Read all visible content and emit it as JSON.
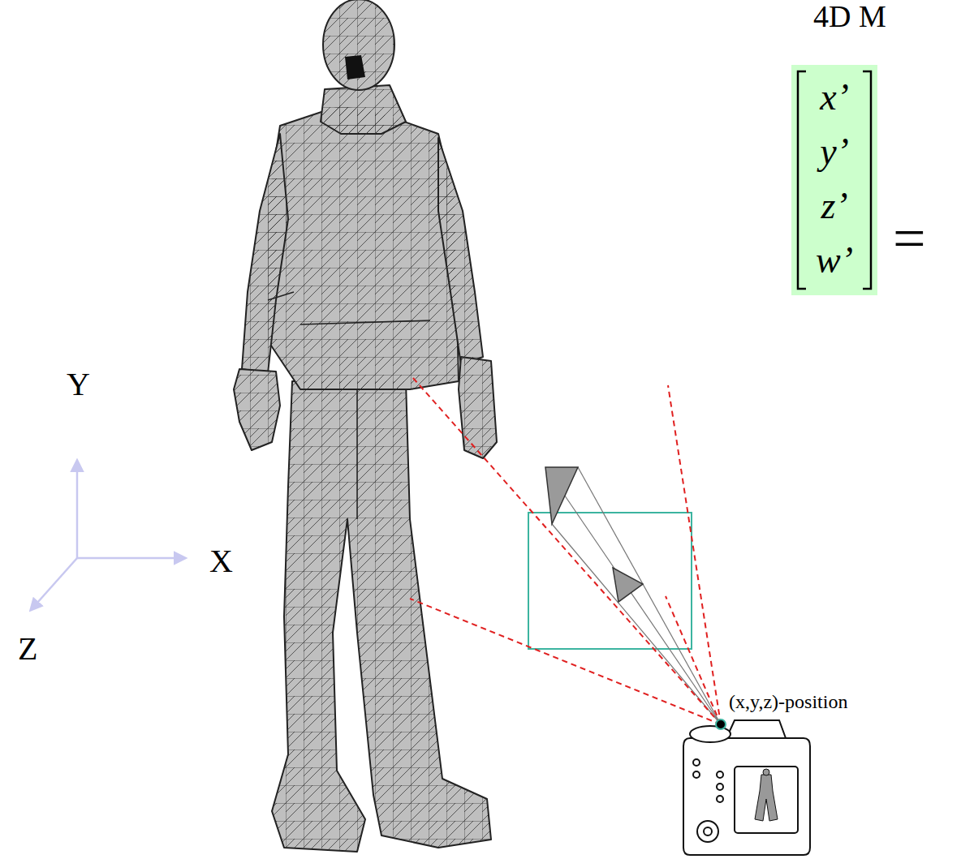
{
  "diagram": {
    "nodes": [
      {
        "text": [
          "x’",
          "y’",
          "z’",
          "w’"
        ]
      }
    ],
    "labels": [
      "4D M",
      "=",
      "Y",
      "X",
      "Z",
      "(x,y,z)-position"
    ]
  }
}
